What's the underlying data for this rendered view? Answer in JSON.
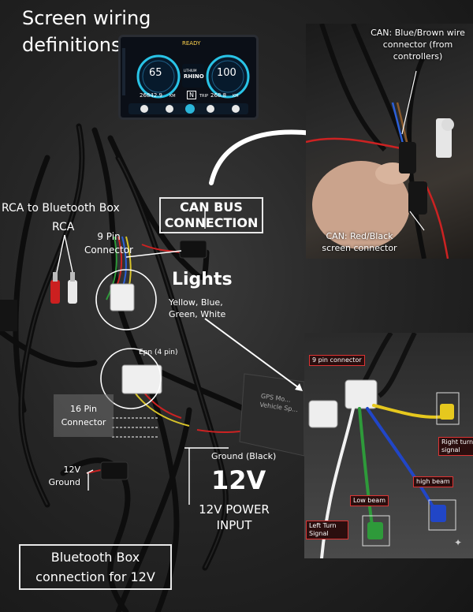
{
  "title": "Screen wiring definitions",
  "screen": {
    "status": "READY",
    "left_value": "65",
    "right_value": "100",
    "brand_top": "LITHIUM",
    "brand": "RHINO",
    "odo": "26842.9",
    "odo_unit": "KM",
    "gear": "N",
    "trip_label": "TRIP",
    "trip": "268.8",
    "trip_unit": "KM"
  },
  "labels": {
    "can_bus": "CAN BUS CONNECTION",
    "rca_bt": "RCA to Bluetooth Box",
    "rca": "RCA",
    "nine_pin": "9 Pin Connector",
    "lights": "Lights",
    "lights_colors": "Yellow, Blue, Green, White",
    "epn": "Epn (4 pin)",
    "sixteen_pin": "16 Pin Connector",
    "twelve_v_ground": "12V Ground",
    "ground_black": "Ground (Black)",
    "twelve_v": "12V",
    "power_input": "12V POWER INPUT",
    "bt_box": "Bluetooth Box connection for 12V",
    "gps_box": "GPS Mo... Vehicle Sp..."
  },
  "photo_top": {
    "can_blue_brown": "CAN: Blue/Brown wire connector (from controllers)",
    "can_red_black": "CAN: Red/Black screen connector"
  },
  "photo_bottom": {
    "nine_pin_tag": "9 pin connector",
    "right_turn": "Right turn signal",
    "high_beam": "high beam",
    "low_beam": "Low beam",
    "left_turn": "Left Turn Signal"
  }
}
